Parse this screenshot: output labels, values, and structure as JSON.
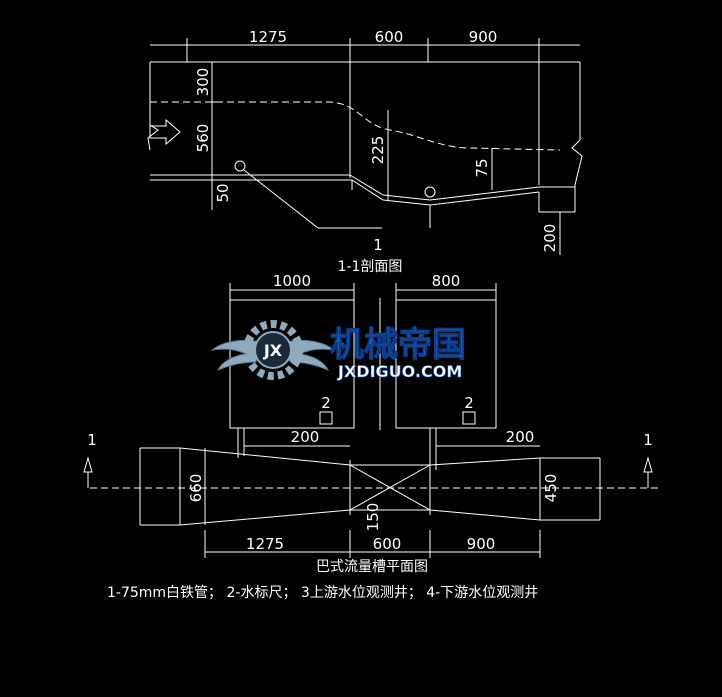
{
  "section": {
    "top_dims": [
      "1275",
      "600",
      "900"
    ],
    "left_dims": [
      "300",
      "560",
      "50"
    ],
    "inner_dims": [
      "225",
      "75"
    ],
    "right_dim": "200",
    "section_mark": "1",
    "title": "1-1剖面图"
  },
  "plan": {
    "well_dims": [
      "1000",
      "800"
    ],
    "item_labels": [
      "2",
      "2"
    ],
    "offset_dims": [
      "200",
      "200"
    ],
    "section_marks": [
      "1",
      "1"
    ],
    "width_dims": [
      "660",
      "450"
    ],
    "throat_dim": "150",
    "bottom_dims": [
      "1275",
      "600",
      "900"
    ],
    "title": "巴式流量槽平面图"
  },
  "legend": "1-75mm白铁管； 2-水标尺； 3上游水位观测井； 4-下游水位观测井",
  "watermark": {
    "brand_cn": "机械帝国",
    "brand_en": "JXDIGUO.COM",
    "emblem_letters": "JX"
  },
  "colors": {
    "background": "#000000",
    "lines": "#ffffff",
    "watermark_blue": "#1f6fd6",
    "watermark_steel": "#8fa9bf"
  }
}
